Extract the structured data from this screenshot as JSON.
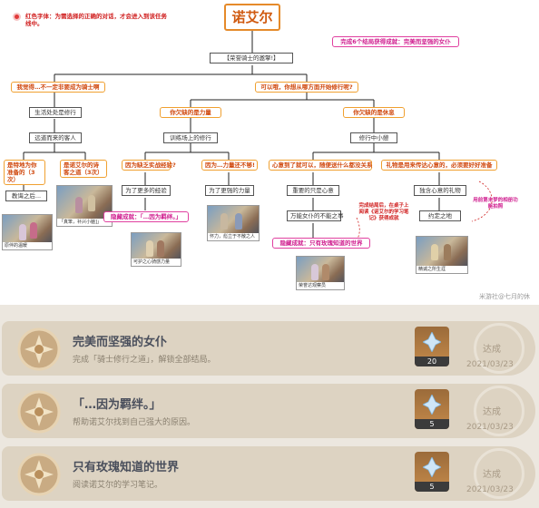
{
  "legend": {
    "text": "红色字体：为需选择的正确的对话，才会进入到该任务线中。",
    "dot_color": "#e03a3a"
  },
  "root": "诺艾尔",
  "start": "【荣誉骑士的邀擎!】",
  "achievement_note": "完成6个结局获得成就：完美而坚强的女仆",
  "left_branch": {
    "choice": "我觉得…不一定非要成为骑士啊",
    "n1": "生活处处是修行",
    "n2": "远道而来的客人",
    "opt1": "是特地为你准备的（3次）",
    "opt2": "是诺艾尔的诗客之道（3次）",
    "n3": "教诲之后...",
    "img1_cap": "原伴的温暖",
    "img2_cap": "「真笨，补兴小脑]」"
  },
  "right_branch": {
    "choice": "可以哦，你想从哪方面开始修行呢?",
    "mid_choice": "你欠缺的是力量",
    "mid_n1": "训练场上的修行",
    "mid_opt1": "因为缺乏实战经验?",
    "mid_opt2": "因为…力量还不够!",
    "mid_n2": "为了更多的经验",
    "mid_n3": "为了更强的力量",
    "hidden1": "隐藏成就：「…因为羁绊。」",
    "img3_cap": "可护之心骑感力量",
    "img4_cap": "怀力，彪立于不散之人",
    "rest_choice": "你欠缺的是休息",
    "rest_n1": "修行中小憩",
    "rest_opt1": "心意到了就可以，随便送什么都没关系",
    "rest_opt2": "礼物是用来传达心意的，必须要好好准备",
    "rest_n2": "重要的只是心意",
    "rest_n3": "万能女仆的不能之事",
    "rest_n4": "独含心意的礼物",
    "rest_n5": "约定之地",
    "hidden2": "隐藏成就：只有玫瑰知道的世界",
    "note_read": "完成结局后，在桌子上阅读《诺艾尔的学习笔记》获得成就",
    "note_photo": "用前第未梦的相册功能拍照",
    "img5_cap": "荣誉达观察员",
    "img6_cap": "精诚之所生涯"
  },
  "watermark": "米游社@七月的休",
  "achievements": [
    {
      "title": "完美而坚强的女仆",
      "desc": "完成「骑士修行之道」，解锁全部结局。",
      "reward": "20",
      "status": "达成",
      "date": "2021/03/23"
    },
    {
      "title": "「…因为羁绊。」",
      "desc": "帮助诺艾尔找到自己强大的原因。",
      "reward": "5",
      "status": "达成",
      "date": "2021/03/23"
    },
    {
      "title": "只有玫瑰知道的世界",
      "desc": "阅读诺艾尔的学习笔记。",
      "reward": "5",
      "status": "达成",
      "date": "2021/03/23"
    }
  ],
  "colors": {
    "orange": "#f0a030",
    "red": "#d02020",
    "pink": "#e040a0",
    "panel": "#ddd3c2"
  }
}
